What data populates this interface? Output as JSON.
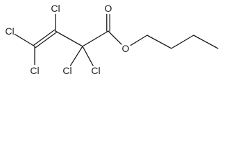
{
  "diagram": {
    "type": "chemical-structure",
    "atoms": [
      {
        "id": "cl1",
        "element": "Cl"
      },
      {
        "id": "cl2",
        "element": "Cl"
      },
      {
        "id": "cl3",
        "element": "Cl"
      },
      {
        "id": "cl4",
        "element": "Cl"
      },
      {
        "id": "cl5",
        "element": "Cl"
      },
      {
        "id": "o_carbonyl",
        "element": "O"
      },
      {
        "id": "o_ester",
        "element": "O"
      }
    ],
    "bonds": [
      {
        "from": "c4",
        "to": "c3",
        "order": 2
      },
      {
        "from": "c4",
        "to": "cl1",
        "order": 1
      },
      {
        "from": "c4",
        "to": "cl2",
        "order": 1
      },
      {
        "from": "c3",
        "to": "cl3",
        "order": 1
      },
      {
        "from": "c3",
        "to": "c2",
        "order": 1
      },
      {
        "from": "c2",
        "to": "cl4",
        "order": 1
      },
      {
        "from": "c2",
        "to": "cl5",
        "order": 1
      },
      {
        "from": "c2",
        "to": "c1",
        "order": 1
      },
      {
        "from": "c1",
        "to": "o_carbonyl",
        "order": 2
      },
      {
        "from": "c1",
        "to": "o_ester",
        "order": 1
      },
      {
        "from": "o_ester",
        "to": "b1",
        "order": 1
      },
      {
        "from": "b1",
        "to": "b2",
        "order": 1
      },
      {
        "from": "b2",
        "to": "b3",
        "order": 1
      },
      {
        "from": "b3",
        "to": "b4",
        "order": 1
      }
    ]
  }
}
